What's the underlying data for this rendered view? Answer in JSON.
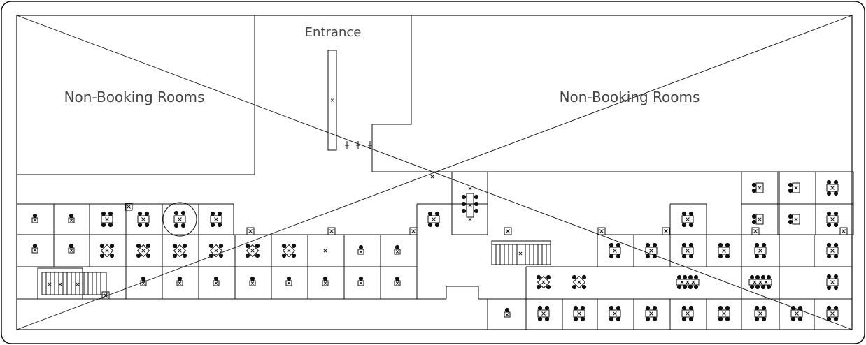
{
  "labels": {
    "entrance": "Entrance",
    "non_booking_left": "Non-Booking Rooms",
    "non_booking_right": "Non-Booking Rooms"
  },
  "colors": {
    "line": "#111111",
    "text": "#444444",
    "background": "#ffffff"
  }
}
